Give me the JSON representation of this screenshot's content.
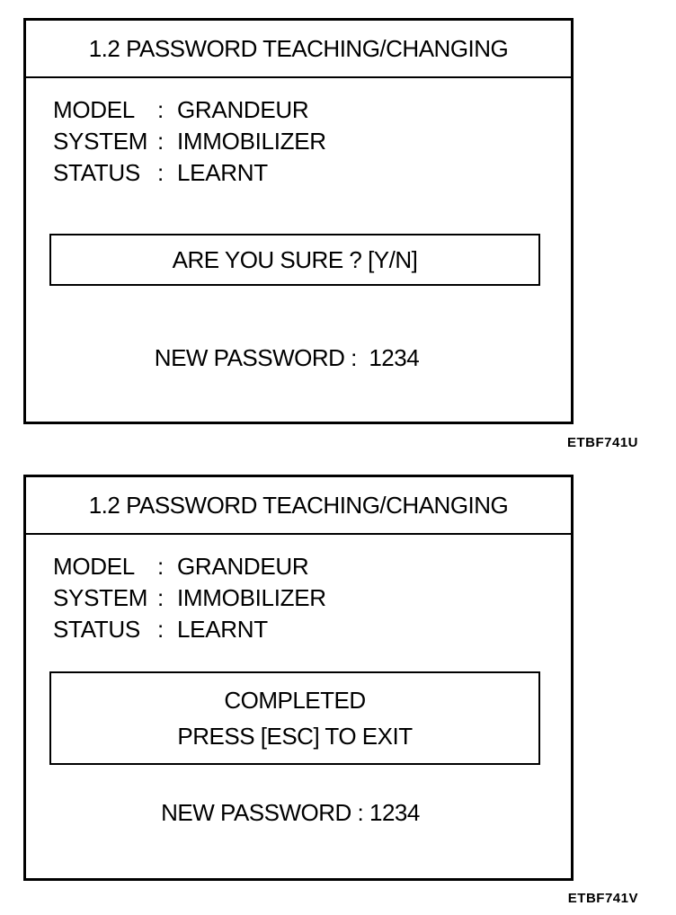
{
  "screens": [
    {
      "title": "1.2  PASSWORD TEACHING/CHANGING",
      "info": [
        {
          "label": "MODEL",
          "sep": ":",
          "value": "GRANDEUR"
        },
        {
          "label": "SYSTEM",
          "sep": ":",
          "value": "IMMOBILIZER"
        },
        {
          "label": "STATUS",
          "sep": ":",
          "value": "LEARNT"
        }
      ],
      "dialog": {
        "line1": "ARE YOU SURE ? [Y/N]"
      },
      "password": {
        "label": "NEW PASSWORD :",
        "value": "1234"
      },
      "figure_code": "ETBF741U"
    },
    {
      "title": "1.2  PASSWORD TEACHING/CHANGING",
      "info": [
        {
          "label": "MODEL",
          "sep": ":",
          "value": "GRANDEUR"
        },
        {
          "label": "SYSTEM",
          "sep": ":",
          "value": "IMMOBILIZER"
        },
        {
          "label": "STATUS",
          "sep": ":",
          "value": "LEARNT"
        }
      ],
      "dialog": {
        "line1": "COMPLETED",
        "line2": "PRESS [ESC] TO EXIT"
      },
      "password": {
        "label": "NEW PASSWORD :",
        "value": "1234"
      },
      "figure_code": "ETBF741V"
    }
  ]
}
